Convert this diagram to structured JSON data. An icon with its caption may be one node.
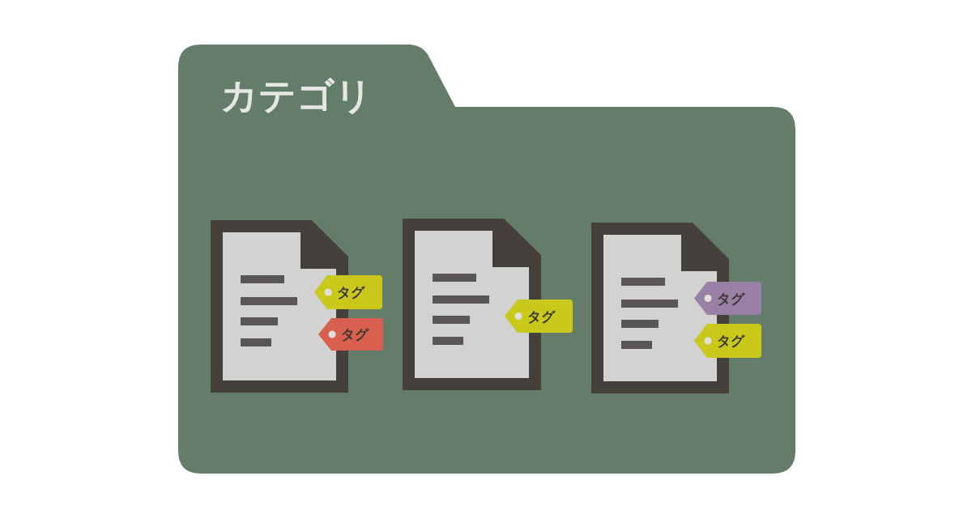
{
  "diagram": {
    "nodes": [
      {
        "text": [
          "カテゴリ"
        ]
      },
      {
        "text": [],
        "shape": "picture",
        "in": 0
      },
      {
        "text": [],
        "shape": "picture",
        "in": 0
      },
      {
        "text": [],
        "shape": "picture",
        "in": 0
      },
      {
        "text": [
          "タグ"
        ],
        "in": 0
      },
      {
        "text": [
          "タグ"
        ],
        "in": 0
      },
      {
        "text": [
          "タグ"
        ],
        "in": 0
      },
      {
        "text": [
          "タグ"
        ],
        "in": 0
      },
      {
        "text": [
          "タグ"
        ],
        "in": 0
      }
    ]
  }
}
